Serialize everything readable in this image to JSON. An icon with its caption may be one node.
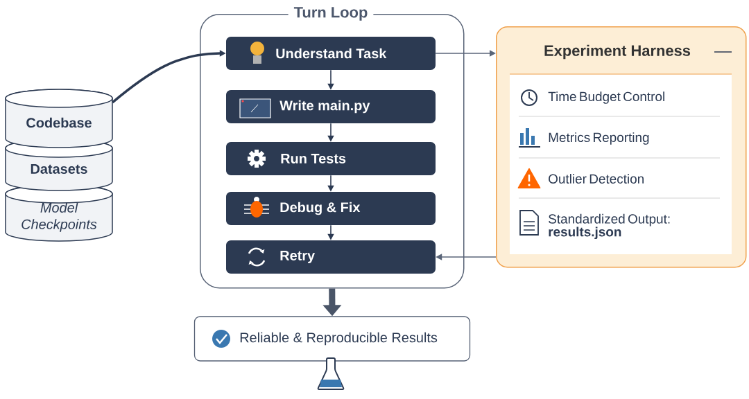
{
  "diagram": {
    "nodes": [
      {
        "text": [
          "Turn Loop"
        ]
      },
      {
        "text": [
          "Understand Task"
        ],
        "in": 0
      },
      {
        "text": [
          "Write main.py"
        ],
        "in": 0
      },
      {
        "text": [
          "Run Tests"
        ],
        "in": 0
      },
      {
        "text": [
          "Debug & Fix"
        ],
        "in": 0
      },
      {
        "text": [
          "Retry"
        ],
        "in": 0
      },
      {
        "text": [
          "Codebase"
        ]
      },
      {
        "text": [
          "Datasets"
        ]
      },
      {
        "text": [
          "Model Checkpoints"
        ]
      },
      {
        "text": [
          "Experiment Harness"
        ]
      },
      {
        "text": [
          "Time Budget Control"
        ],
        "in": 9
      },
      {
        "text": [
          "Metrics Reporting"
        ],
        "in": 9
      },
      {
        "text": [
          "Outlier Detection"
        ],
        "in": 9
      },
      {
        "text": [
          "Standardized Output: **results.json**"
        ],
        "in": 9
      },
      {
        "text": [
          "Reliable & Reproducible Results"
        ]
      }
    ],
    "edges": [
      {
        "from": 6,
        "to": 1,
        "arrow": "to",
        "style": "thick"
      },
      {
        "from": 1,
        "to": 2,
        "arrow": "to"
      },
      {
        "from": 2,
        "to": 3,
        "arrow": "to"
      },
      {
        "from": 3,
        "to": 4,
        "arrow": "to"
      },
      {
        "from": 4,
        "to": 5,
        "arrow": "to"
      },
      {
        "from": 1,
        "to": 9,
        "arrow": "to",
        "color": "#5a6578"
      },
      {
        "from": 9,
        "to": 5,
        "arrow": "to",
        "color": "#5a6578"
      },
      {
        "from": 0,
        "to": 14,
        "arrow": "to",
        "style": "thick",
        "color": "#4a5568"
      }
    ]
  }
}
